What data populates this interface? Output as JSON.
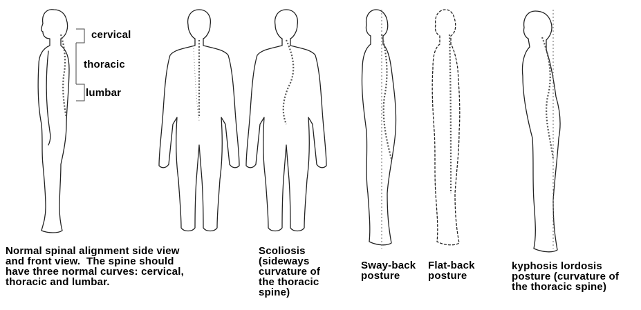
{
  "segment_labels": {
    "cervical": "cervical",
    "thoracic": "thoracic",
    "lumbar": "lumbar"
  },
  "captions": {
    "normal": "Normal spinal alignment side view\nand front view.  The spine should\nhave three normal curves: cervical,\nthoracic and lumbar.",
    "scoliosis": "Scoliosis\n(sideways\ncurvature of\nthe thoracic\nspine)",
    "swayback": "Sway-back\nposture",
    "flatback": "Flat-back\nposture",
    "kyphosis": "kyphosis lordosis\nposture (curvature of\nthe thoracic spine)"
  }
}
